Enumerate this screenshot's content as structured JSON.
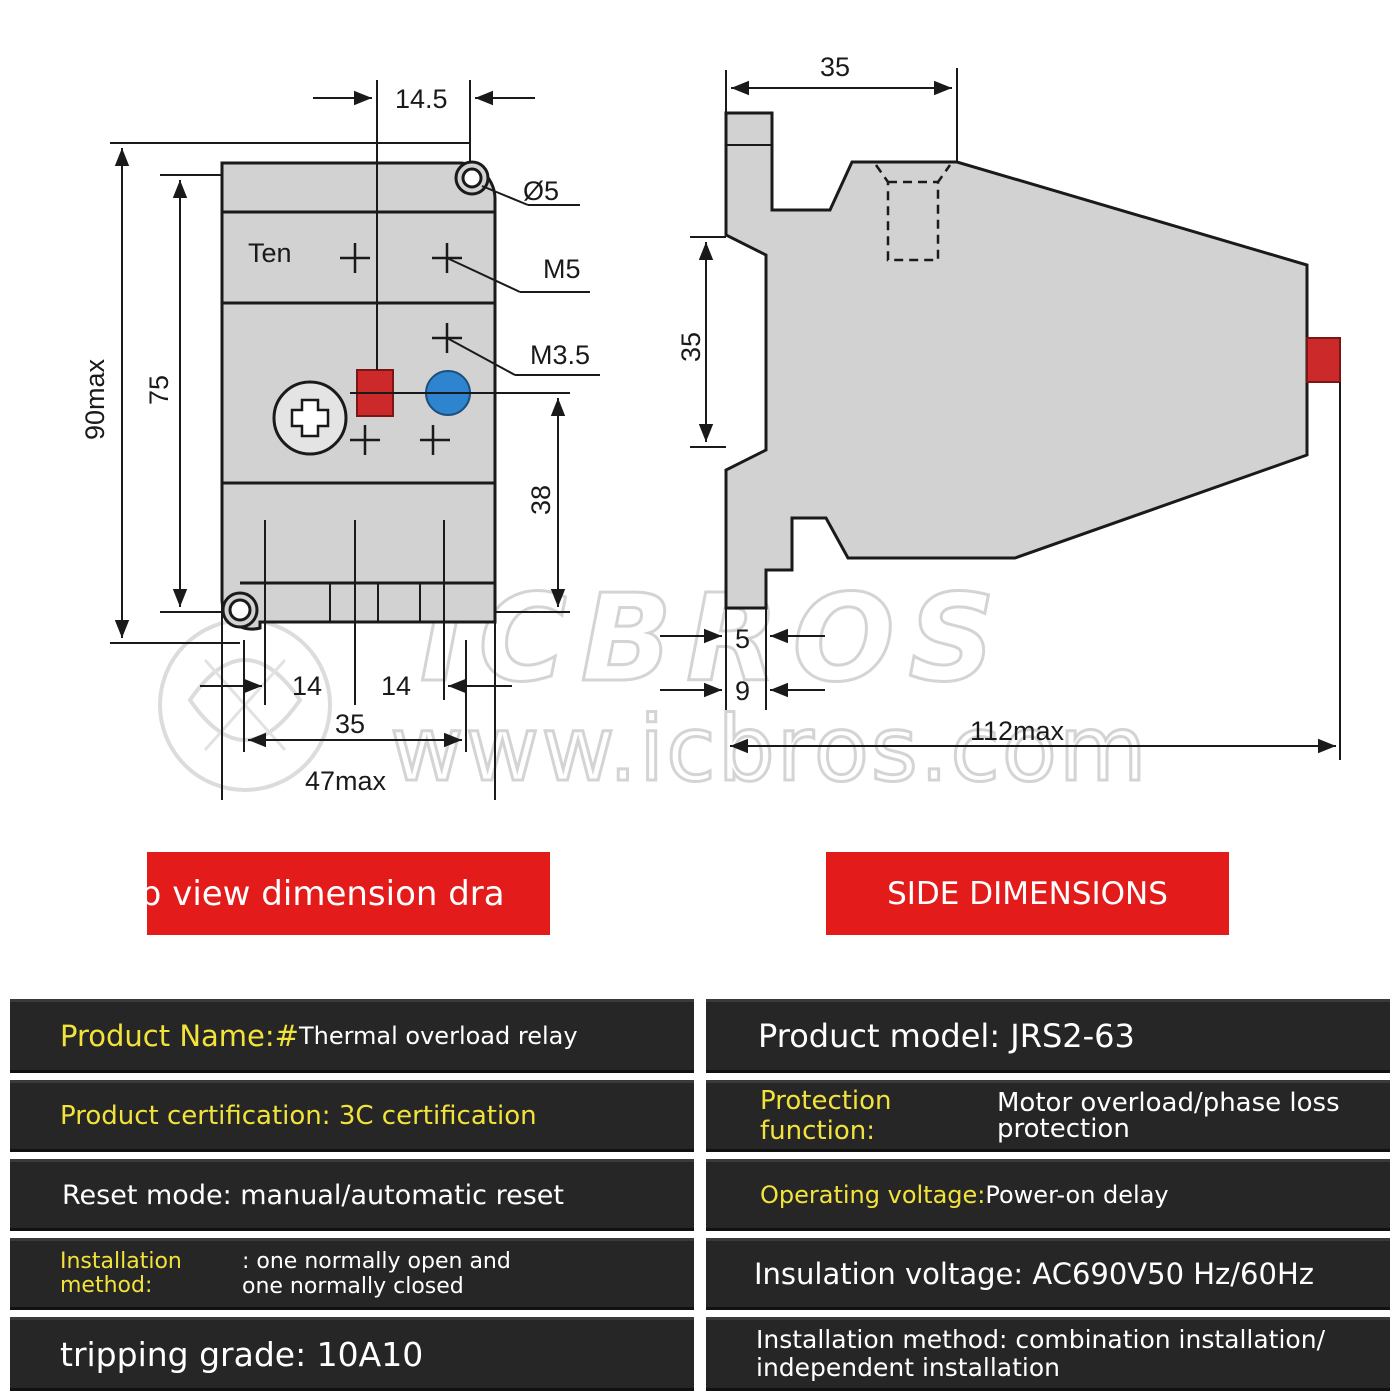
{
  "drawing": {
    "top_view": {
      "dims": {
        "d14_5": "14.5",
        "d90max": "90max",
        "d75": "75",
        "d38": "38",
        "d14a": "14",
        "d14b": "14",
        "d35": "35",
        "d47max": "47max"
      },
      "labels": {
        "hole": "Ø5",
        "screw_m5": "M5",
        "screw_m35": "M3.5",
        "ten": "Ten"
      }
    },
    "side_view": {
      "dims": {
        "d35_top": "35",
        "d35_left": "35",
        "d5": "5",
        "d9": "9",
        "d112max": "112max"
      }
    },
    "watermark": {
      "brand": "ICBROS",
      "url": "www.icbros.com"
    },
    "colors": {
      "body": "#d2d2d2",
      "reset_button": "#cc2a2a",
      "test_button": "#2f84cf"
    }
  },
  "captions": {
    "top_view": "op view dimension dra",
    "side_view": "SIDE DIMENSIONS"
  },
  "specs": {
    "product_name_label": "Product Name:#",
    "product_name_value": "Thermal overload relay",
    "product_model": "Product model: JRS2-63",
    "certification": "Product certification: 3C certification",
    "protection_label": "Protection function:",
    "protection_value": "Motor overload/phase loss protection",
    "reset_mode": "Reset mode: manual/automatic reset",
    "operating_voltage_label": "Operating voltage:",
    "operating_voltage_value": "Power-on delay",
    "installation_label": "Installation method:",
    "installation_value": ": one normally open and one normally closed",
    "insulation_voltage": "Insulation voltage: AC690V50 Hz/60Hz",
    "tripping_grade": "tripping grade: 10A10",
    "installation_method_2": "Installation method: combination installation/ independent installation"
  },
  "colors": {
    "caption_bg": "#e31b1b",
    "spec_bg": "#262626",
    "spec_label": "#f2e33a"
  }
}
